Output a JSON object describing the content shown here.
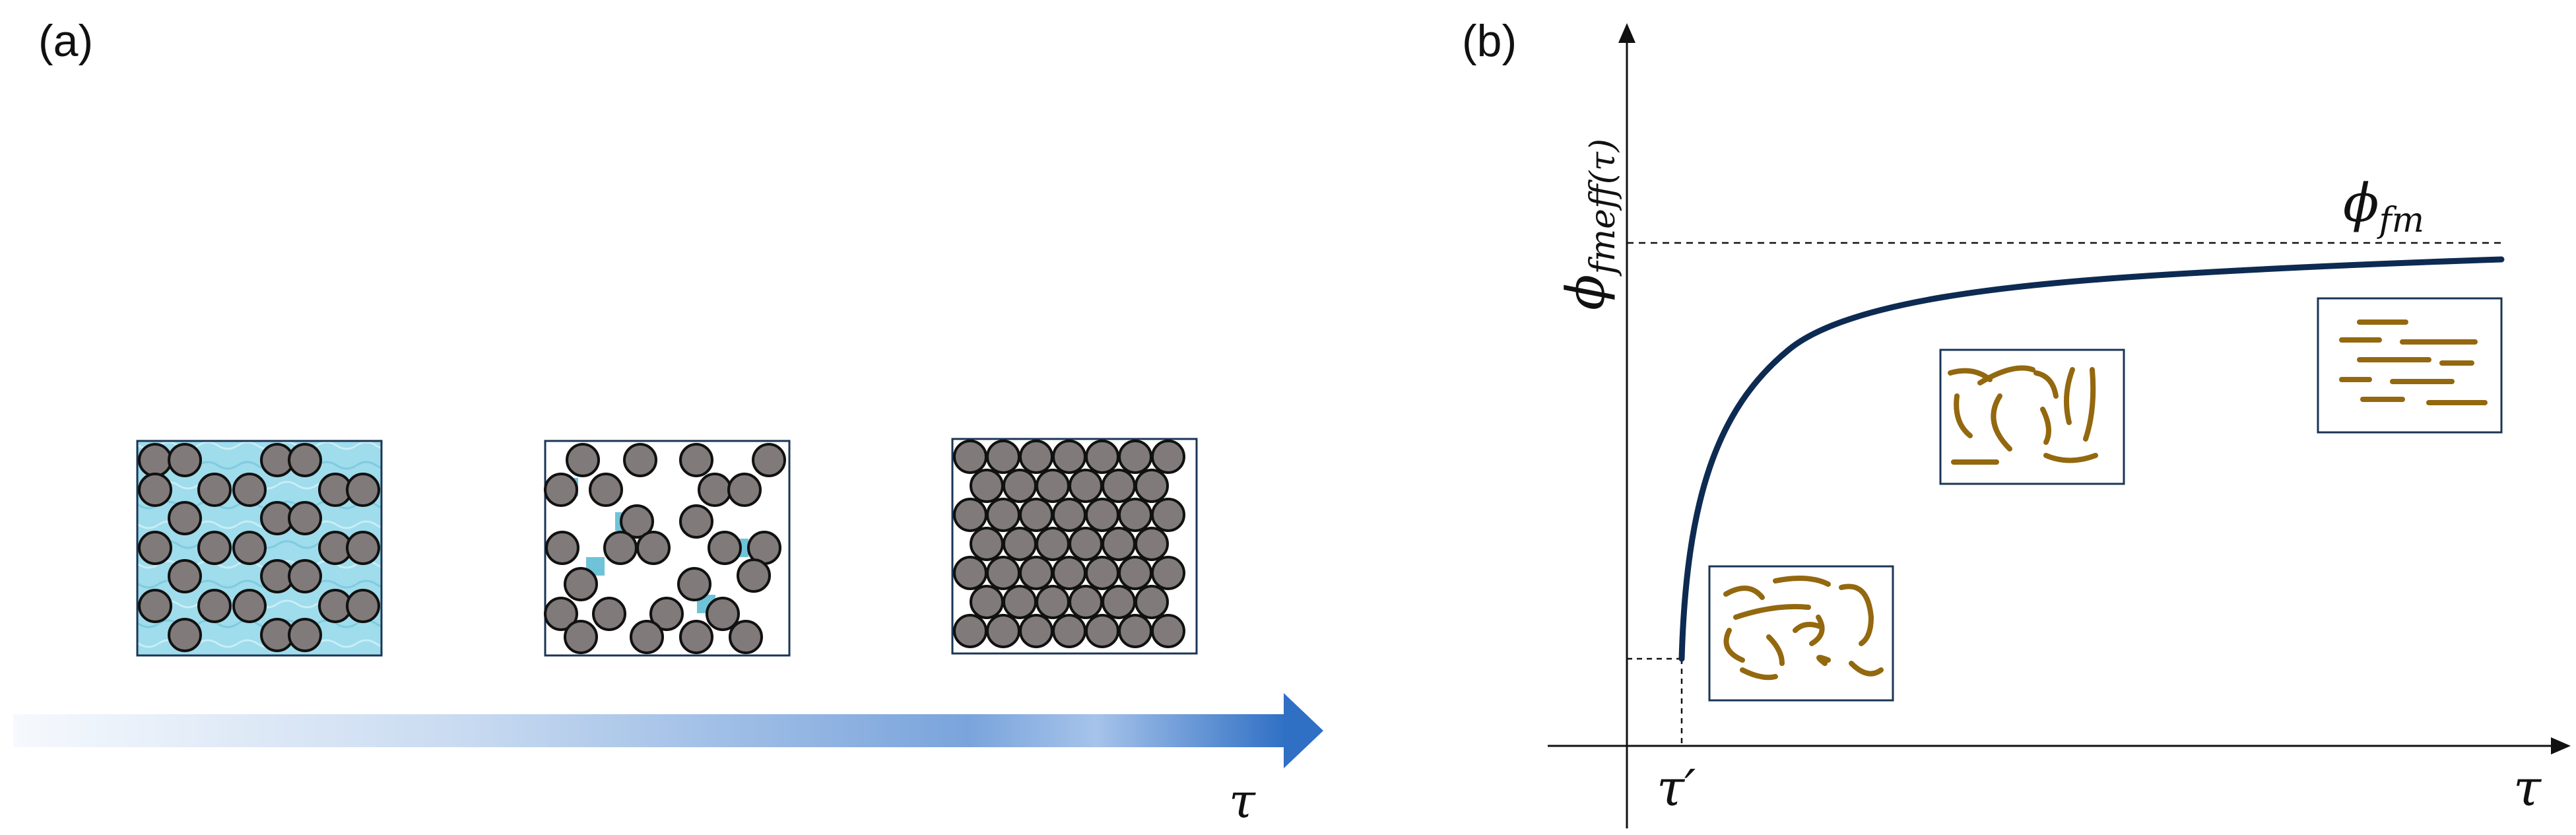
{
  "panel_a": {
    "label": "(a)",
    "arrow_label": "τ",
    "arrow_color_start": "#eef4fb",
    "arrow_color_end": "#2f6fc4",
    "boxes": [
      {
        "state": "liquid-filled packing",
        "background": "#9fdcec",
        "particle_color": "#807a7a"
      },
      {
        "state": "partial packing with liquid bridges",
        "background": "#ffffff",
        "particle_color": "#807a7a"
      },
      {
        "state": "dense packing",
        "background": "#ffffff",
        "particle_color": "#807a7a"
      }
    ]
  },
  "panel_b": {
    "label": "(b)",
    "y_axis_label": "ϕ",
    "y_axis_subscript": "fmeff(τ)",
    "x_axis_label": "τ",
    "asymptote_label": "ϕ",
    "asymptote_subscript": "fm",
    "tau_prime_label": "τ′",
    "curve_color": "#0d2b52",
    "fiber_color": "#93680f",
    "box_border_color": "#1b3555"
  }
}
